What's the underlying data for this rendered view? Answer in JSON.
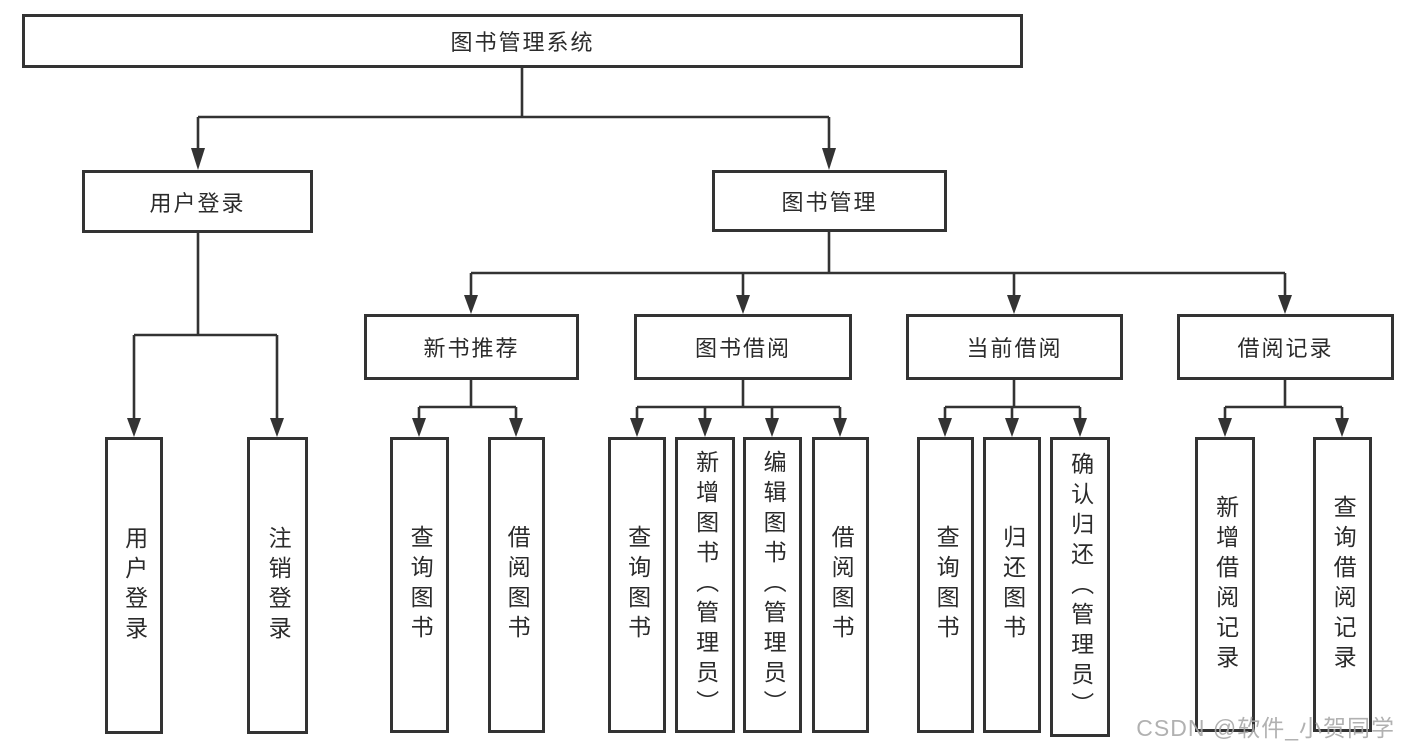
{
  "diagram_title": "图书管理系统",
  "tree": {
    "label": "图书管理系统",
    "children": [
      {
        "label": "用户登录",
        "children": [
          {
            "label": "用户登录"
          },
          {
            "label": "注销登录"
          }
        ]
      },
      {
        "label": "图书管理",
        "children": [
          {
            "label": "新书推荐",
            "children": [
              {
                "label": "查询图书"
              },
              {
                "label": "借阅图书"
              }
            ]
          },
          {
            "label": "图书借阅",
            "children": [
              {
                "label": "查询图书"
              },
              {
                "label": "新增图书（管理员）"
              },
              {
                "label": "编辑图书（管理员）"
              },
              {
                "label": "借阅图书"
              }
            ]
          },
          {
            "label": "当前借阅",
            "children": [
              {
                "label": "查询图书"
              },
              {
                "label": "归还图书"
              },
              {
                "label": "确认归还（管理员）"
              }
            ]
          },
          {
            "label": "借阅记录",
            "children": [
              {
                "label": "新增借阅记录"
              },
              {
                "label": "查询借阅记录"
              }
            ]
          }
        ]
      }
    ]
  },
  "watermark": {
    "text": "CSDN @软件_小贺同学",
    "color": "#a9a9a9"
  },
  "colors": {
    "line": "#333333",
    "box_border": "#333333",
    "text": "#2b2b2b",
    "background": "#ffffff"
  }
}
